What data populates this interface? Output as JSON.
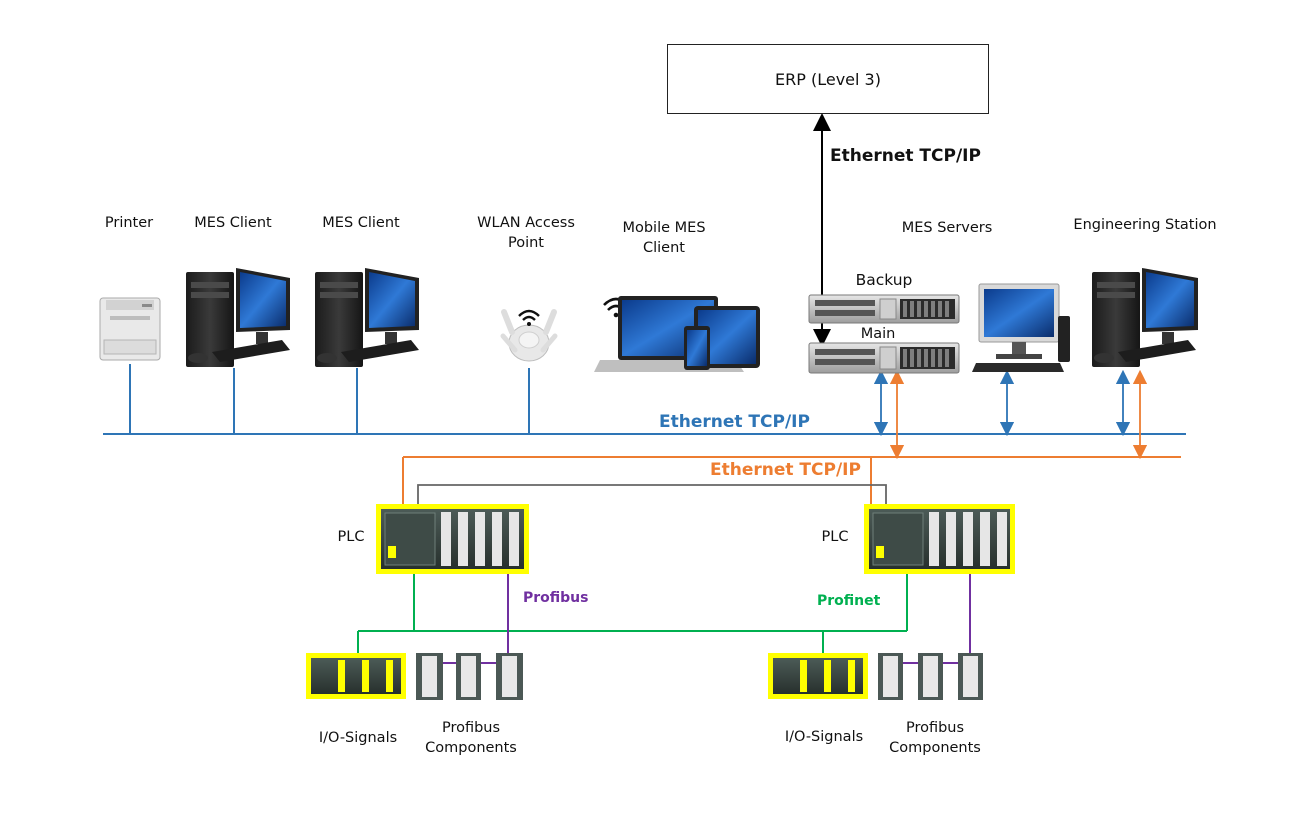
{
  "erp": {
    "label": "ERP (Level 3)"
  },
  "networks": {
    "erp_link": "Ethernet TCP/IP",
    "blue": "Ethernet TCP/IP",
    "orange": "Ethernet TCP/IP",
    "profibus": "Profibus",
    "profinet": "Profinet"
  },
  "devices": {
    "printer": "Printer",
    "mes_client_1": "MES Client",
    "mes_client_2": "MES Client",
    "wlan": "WLAN Access Point",
    "mobile": "Mobile MES Client",
    "mes_servers": "MES Servers",
    "backup": "Backup",
    "main": "Main",
    "engineering": "Engineering Station"
  },
  "plc": {
    "left": "PLC",
    "right": "PLC"
  },
  "field": {
    "io_left": "I/O-Signals",
    "pb_left": "Profibus Components",
    "io_right": "I/O-Signals",
    "pb_right": "Profibus Components"
  },
  "colors": {
    "ethernet_blue": "#2e75b6",
    "ethernet_orange": "#ed7d31",
    "profibus": "#7030a0",
    "profinet": "#00b050",
    "plc_highlight": "#ffff00"
  },
  "icons": {
    "printer": "printer-icon",
    "desktop": "desktop-computer-icon",
    "wlan": "wlan-access-point-icon",
    "mobile": "laptop-tablet-phone-icon",
    "server": "rack-server-icon",
    "monitor": "monitor-icon",
    "plc": "plc-module-icon",
    "io": "io-module-icon"
  }
}
